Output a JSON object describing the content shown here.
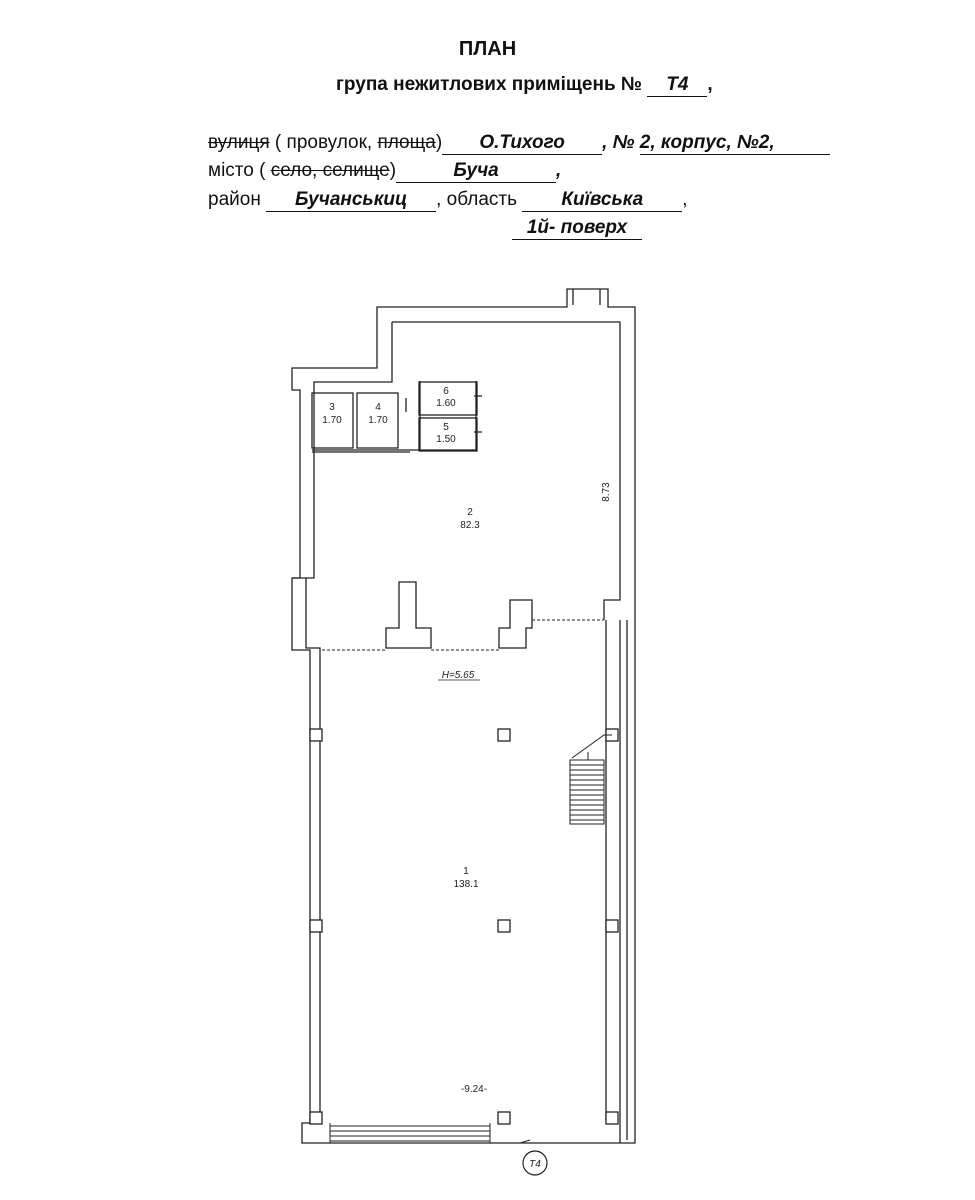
{
  "header": {
    "title": "ПЛАН",
    "subtitle_prefix": "група нежитлових приміщень №",
    "group_number": "Т4",
    "comma": ",",
    "street_word": "вулиця",
    "street_paren_open": " ( провулок, ",
    "square_word": "площа",
    "street_paren_close": ")",
    "street_name": "О.Тихого",
    "number_label": ", №",
    "number_value": "2, корпус,  №2,",
    "city_label": "місто ( ",
    "village_words": "село, селище",
    "city_paren_close": ")",
    "city_name": "Буча",
    "district_label": "район",
    "district_name": "Бучанськиц",
    "region_label": ", область",
    "region_name": "Київська",
    "floor": "1й- поверх"
  },
  "rooms": [
    {
      "number": "3",
      "area": "1.70"
    },
    {
      "number": "4",
      "area": "1.70"
    },
    {
      "number": "6",
      "area": "1.60"
    },
    {
      "number": "5",
      "area": "1.50"
    },
    {
      "number": "2",
      "area": "82.3"
    },
    {
      "number": "1",
      "area": "138.1"
    }
  ],
  "dimensions": {
    "height_label": "Н=5.65",
    "side_length": "8.73",
    "width_bottom": "-9.24-"
  },
  "marker": "Т4"
}
